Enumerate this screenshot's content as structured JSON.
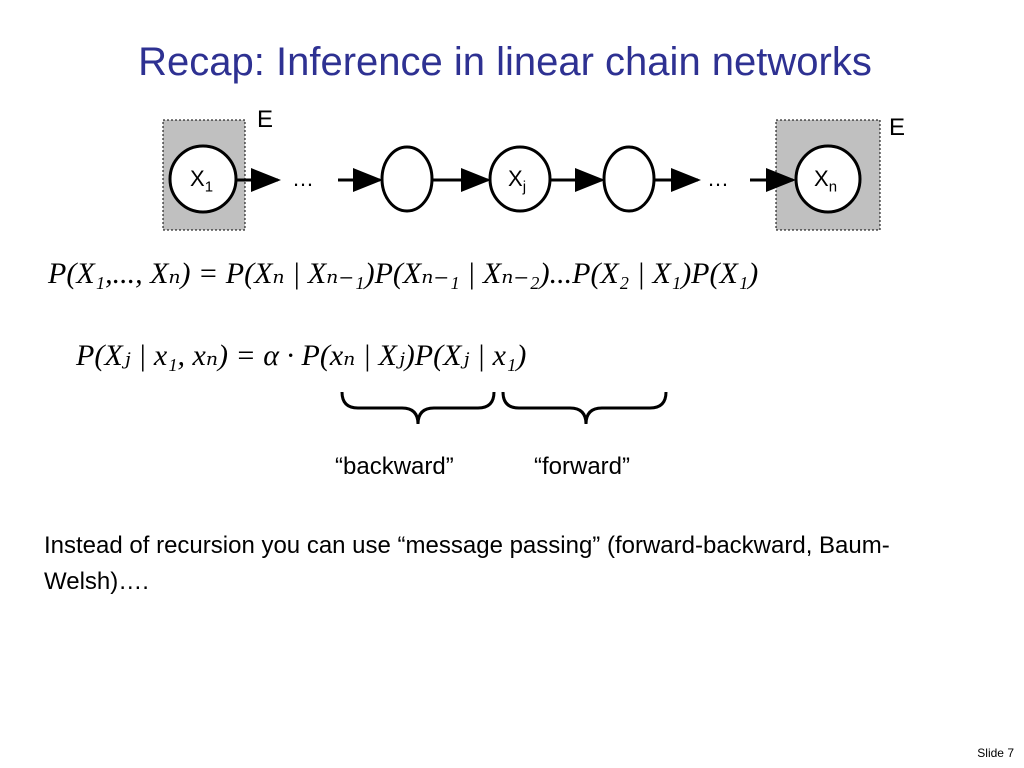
{
  "title": "Recap: Inference in linear chain networks",
  "diagram": {
    "evidence_label_left": "E",
    "evidence_label_right": "E",
    "node_first": {
      "label": "X",
      "sub": "1"
    },
    "node_mid": {
      "label": "X",
      "sub": "j"
    },
    "node_last": {
      "label": "X",
      "sub": "n"
    },
    "ellipsis_left": "…",
    "ellipsis_right": "…"
  },
  "equations": {
    "joint": "P(X₁,..., Xₙ) = P(Xₙ | Xₙ₋₁)P(Xₙ₋₁ | Xₙ₋₂)...P(X₂ | X₁)P(X₁)",
    "posterior": "P(Xⱼ | x₁, xₙ) = α · P(xₙ | Xⱼ)P(Xⱼ | x₁)"
  },
  "braces": {
    "backward_label": "“backward”",
    "forward_label": "“forward”"
  },
  "body_text": "Instead of recursion you can use “message passing” (forward-backward, Baum-Welsh)….",
  "slide_number": "Slide 7"
}
